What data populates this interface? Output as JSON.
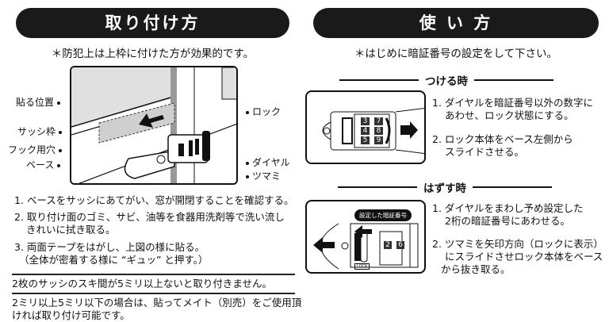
{
  "left": {
    "title": "取り付け方",
    "subtitle": "＊防犯上は上枠に付けた方が効果的です。",
    "labels": {
      "position": "貼る位置",
      "sash": "サッシ枠",
      "hook_hole": "フック用穴",
      "base": "ベース",
      "lock": "ロック",
      "dial": "ダイヤル",
      "knob": "ツマミ"
    },
    "steps": [
      "1. ベースをサッシにあてがい、窓が開閉することを確認する。",
      "2. 取り付け面のゴミ、サビ、油等を食器用洗剤等で洗い流し",
      "きれいに拭き取る。",
      "3. 両面テープをはがし、上図の様に貼る。",
      "（全体が密着する様に “ギュッ” と押す。）"
    ],
    "notes": [
      "2枚のサッシのスキ間が5ミリ以上ないと取り付きません。",
      "2ミリ以上5ミリ以下の場合は、貼ってメイト（別売）をご使用頂",
      "ければ取り付け可能です。"
    ]
  },
  "right": {
    "title": "使 い 方",
    "subtitle": "＊はじめに暗証番号の設定をして下さい。",
    "attach": {
      "heading": "つける時",
      "steps": [
        "1. ダイヤルを暗証番号以外の数字に",
        "あわせ、ロック状態にする。",
        "2. ロック本体をベース左側から",
        "スライドさせる。"
      ],
      "dial_digits": [
        "3",
        "7",
        "4",
        "8",
        "5",
        "9"
      ]
    },
    "remove": {
      "heading": "はずす時",
      "callout": "設定した暗証番号",
      "dial_digits": [
        "2",
        "6"
      ],
      "lock_label": "LOCK",
      "steps": [
        "1. ダイヤルをまわし予め設定した",
        "2桁の暗証番号にあわせる。",
        "2. ツマミを矢印方向（ロックに表示）",
        "にスライドさせロック本体をベース",
        "から抜き取る。"
      ]
    }
  }
}
